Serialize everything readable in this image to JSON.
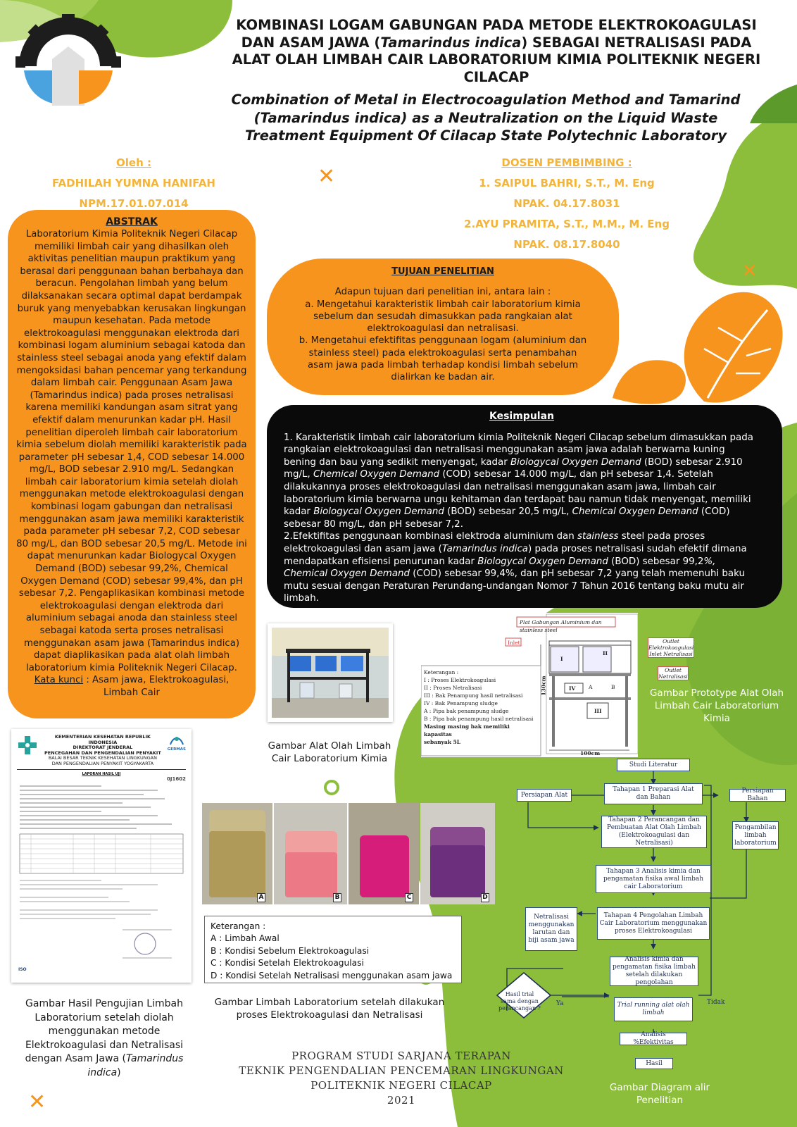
{
  "title_id": [
    "KOMBINASI LOGAM GABUNGAN PADA METODE ELEKTROKOAGULASI",
    "DAN ASAM JAWA (",
    "Tamarindus indica",
    ") SEBAGAI NETRALISASI PADA",
    "ALAT OLAH LIMBAH CAIR LABORATORIUM KIMIA POLITEKNIK NEGERI",
    "CILACAP"
  ],
  "title_en": [
    "Combination of Metal in Electrocoagulation Method and Tamarind",
    "(Tamarindus indica) as a Neutralization on the Liquid Waste",
    "Treatment Equipment Of Cilacap State Polytechnic Laboratory"
  ],
  "author": {
    "label": "Oleh :",
    "name": "FADHILAH YUMNA HANIFAH",
    "npm": "NPM.17.01.07.014"
  },
  "advisor": {
    "label": "DOSEN PEMBIMBING :",
    "lines": [
      "1. SAIPUL BAHRI, S.T., M. Eng",
      "NPAK. 04.17.8031",
      "2.AYU PRAMITA, S.T., M.M., M. Eng",
      "NPAK. 08.17.8040"
    ]
  },
  "decor": {
    "x_glyph": "✕"
  },
  "abstract": {
    "heading": "ABSTRAK",
    "body": "Laboratorium Kimia Politeknik Negeri Cilacap memiliki limbah cair yang dihasilkan oleh aktivitas penelitian maupun praktikum yang berasal dari penggunaan bahan berbahaya dan beracun. Pengolahan limbah yang belum dilaksanakan secara optimal dapat berdampak buruk yang menyebabkan kerusakan lingkungan maupun kesehatan. Pada metode elektrokoagulasi menggunakan elektroda dari kombinasi logam aluminium sebagai katoda dan stainless steel sebagai anoda yang efektif dalam mengoksidasi bahan pencemar yang terkandung dalam limbah cair. Penggunaan Asam Jawa (Tamarindus indica) pada proses netralisasi karena memiliki kandungan asam sitrat yang efektif dalam menurunkan kadar pH. Hasil penelitian diperoleh limbah cair laboratorium kimia  sebelum diolah memiliki karakteristik pada parameter pH  sebesar 1,4, COD sebesar 14.000 mg/L, BOD sebesar 2.910 mg/L. Sedangkan limbah cair laboratorium kimia setelah diolah menggunakan metode elektrokoagulasi dengan kombinasi logam gabungan dan netralisasi menggunakan asam jawa memiliki karakteristik pada parameter pH sebesar 7,2, COD sebesar 80 mg/L, dan BOD sebesar 20,5 mg/L. Metode ini dapat menurunkan kadar Biologycal Oxygen Demand (BOD) sebesar 99,2%, Chemical Oxygen Demand (COD) sebesar 99,4%, dan pH sebesar 7,2. Pengaplikasikan kombinasi metode elektrokoagulasi dengan elektroda dari aluminium sebagai anoda dan stainless steel sebagai katoda serta proses netralisasi menggunakan asam jawa (Tamarindus indica) dapat diaplikasikan pada alat olah limbah laboratorium kimia Politeknik Negeri Cilacap.",
    "keyword_label": "Kata kunci",
    "keywords": ": Asam jawa, Elektrokoagulasi, Limbah Cair"
  },
  "goal": {
    "heading": "TUJUAN PENELITIAN",
    "intro": "Adapun tujuan dari penelitian ini, antara lain :",
    "a": "a. Mengetahui karakteristik limbah cair laboratorium kimia sebelum dan sesudah dimasukkan pada rangkaian alat elektrokoagulasi dan netralisasi.",
    "b": "b. Mengetahui efektifitas penggunaan logam (aluminium dan stainless steel) pada elektrokoagulasi serta penambahan asam jawa pada limbah terhadap kondisi limbah sebelum dialirkan ke badan air."
  },
  "conclusion": {
    "heading": "Kesimpulan",
    "p1": [
      "1. Karakteristik limbah cair laboratorium kimia Politeknik Negeri Cilacap sebelum dimasukkan pada rangkaian elektrokoagulasi dan netralisasi menggunakan asam jawa adalah berwarna kuning bening dan bau yang sedikit menyengat, kadar ",
      "Biologycal Oxygen Demand",
      " (BOD) sebesar 2.910 mg/L, ",
      "Chemical Oxygen Demand",
      " (COD) sebesar 14.000 mg/L, dan pH sebesar 1,4. Setelah dilakukannya proses elektrokoagulasi dan netralisasi menggunakan asam jawa, limbah cair laboratorium kimia berwarna ungu kehitaman dan terdapat bau namun tidak menyengat, memiliki kadar ",
      "Biologycal Oxygen Demand",
      " (BOD) sebesar 20,5 mg/L, ",
      "Chemical Oxygen Demand",
      " (COD) sebesar 80 mg/L, dan pH sebesar 7,2."
    ],
    "p2": [
      "2.Efektifitas penggunaan kombinasi elektroda aluminium dan ",
      "stainless",
      " steel pada proses elektrokoagulasi dan asam jawa (",
      "Tamarindus indica",
      ") pada proses netralisasi sudah efektif dimana mendapatkan efisiensi penurunan kadar ",
      "Biologycal Oxygen Demand",
      " (BOD) sebesar 99,2",
      "%, Chemical Oxygen Demand",
      " (COD) sebesar 99,4%, dan pH sebesar 7,2 yang telah memenuhi baku mutu sesuai dengan Peraturan Perundang-undangan Nomor 7 Tahun 2016 tentang baku mutu air limbah."
    ]
  },
  "captions": {
    "equipment": "Gambar Alat Olah Limbah Cair Laboratorium Kimia",
    "prototype": "Gambar Prototype Alat Olah Limbah Cair Laboratorium Kimia",
    "lab_result": [
      "Gambar Hasil Pengujian Limbah Laboratorium setelah diolah menggunakan metode Elektrokoagulasi dan Netralisasi dengan Asam Jawa (",
      "Tamarindus indica",
      ")"
    ],
    "beakers": "Gambar Limbah Laboratorium setelah dilakukan proses Elektrokoagulasi dan Netralisasi",
    "flow": "Gambar Diagram alir Penelitian"
  },
  "beaker_labels": [
    "A",
    "B",
    "C",
    "D"
  ],
  "beaker_legend": {
    "title": "Keterangan :",
    "items": [
      "A : Limbah Awal",
      "B : Kondisi Sebelum Elektrokoagulasi",
      "C : Kondisi Setelah Elektrokoagulasi",
      "D : Kondisi Setelah Netralisasi menggunakan asam jawa"
    ]
  },
  "doc": {
    "ministry": "KEMENTERIAN KESEHATAN REPUBLIK INDONESIA",
    "dir": "DIREKTORAT JENDERAL",
    "dir2": "PENCEGAHAN DAN PENGENDALIAN PENYAKIT",
    "hall": "BALAI BESAR TEKNIK KESEHATAN LINGKUNGAN",
    "hall2": "DAN PENGENDALIAN PENYAKIT YOGYAKARTA",
    "report": "LAPORAN HASIL UJI",
    "code": "0J1602",
    "brand": "GERMAS",
    "iso": "ISO"
  },
  "diagram": {
    "legend_title": "Keterangan :",
    "legend": [
      "I  : Proses Elektrokoagulasi",
      "II  : Proses Netralisasi",
      "III  : Bak Penampung hasil netralisasi",
      "IV  : Bak Penampung sludge",
      "A  : Pipa bak penampung sludge",
      "B  : Pipa bak penampung hasil netralisasi",
      "Masing masing bak memiliki kapasitas",
      "sebanyak 5L"
    ],
    "plate_label": "Plat Gabungan Aluminium  dan stainless steel",
    "inlet": "Inlet",
    "outlet1": "Outlet Elektrokoagulasi",
    "outlet1b": "Inlet Netralisasi",
    "outlet2": "Outlet",
    "outlet2b": "Netralisasi",
    "height": "130cm",
    "width": "100cm",
    "roman": [
      "I",
      "II",
      "III",
      "IV"
    ],
    "pipes": [
      "A",
      "B"
    ]
  },
  "flow": {
    "study": "Studi Literatur",
    "stage1": "Tahapan 1 Preparasi Alat dan Bahan",
    "tool": "Persiapan Alat",
    "material": "Persiapan Bahan",
    "stage2": "Tahapan 2 Perancangan dan Pembuatan Alat Olah Limbah (Elektrokoagulasi dan Netralisasi)",
    "sampling": "Pengambilan limbah laboratorium",
    "stage3": "Tahapan 3 Analisis kimia dan pengamatan fisika awal limbah cair Laboratorium",
    "neutral": "Netralisasi menggunakan larutan dan biji asam jawa",
    "stage4": "Tahapan 4 Pengolahan Limbah Cair Laboratorium menggunakan proses Elektrokoagulasi",
    "analysis": "Analisis kimia dan pengamatan fisika limbah setelah dilakukan pengolahan",
    "trial": "Trial running alat olah limbah",
    "decision": "Hasil trial sama dengan perancangan ?",
    "yes": "Ya",
    "no": "Tidak",
    "eff": "Analisis %Efektivitas",
    "result": "Hasil"
  },
  "footer": [
    "PROGRAM STUDI SARJANA TERAPAN",
    "TEKNIK PENGENDALIAN PENCEMARAN LINGKUNGAN",
    "POLITEKNIK NEGERI CILACAP",
    "2021"
  ],
  "colors": {
    "orange": "#f7941d",
    "green": "#8cbe3c",
    "dark_green": "#5c9a2b",
    "gold": "#f2b43a",
    "navy": "#2b4d8a"
  }
}
